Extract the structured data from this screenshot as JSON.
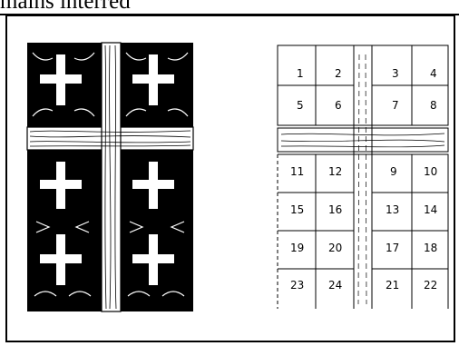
{
  "caption": "mains interred",
  "grid": {
    "rows": [
      [
        "1",
        "2",
        "3",
        "4"
      ],
      [
        "5",
        "6",
        "7",
        "8"
      ],
      [
        "11",
        "12",
        "9",
        "10"
      ],
      [
        "15",
        "16",
        "13",
        "14"
      ],
      [
        "19",
        "20",
        "17",
        "18"
      ],
      [
        "23",
        "24",
        "21",
        "22"
      ]
    ]
  },
  "colors": {
    "ink": "#000000",
    "paper": "#ffffff"
  }
}
